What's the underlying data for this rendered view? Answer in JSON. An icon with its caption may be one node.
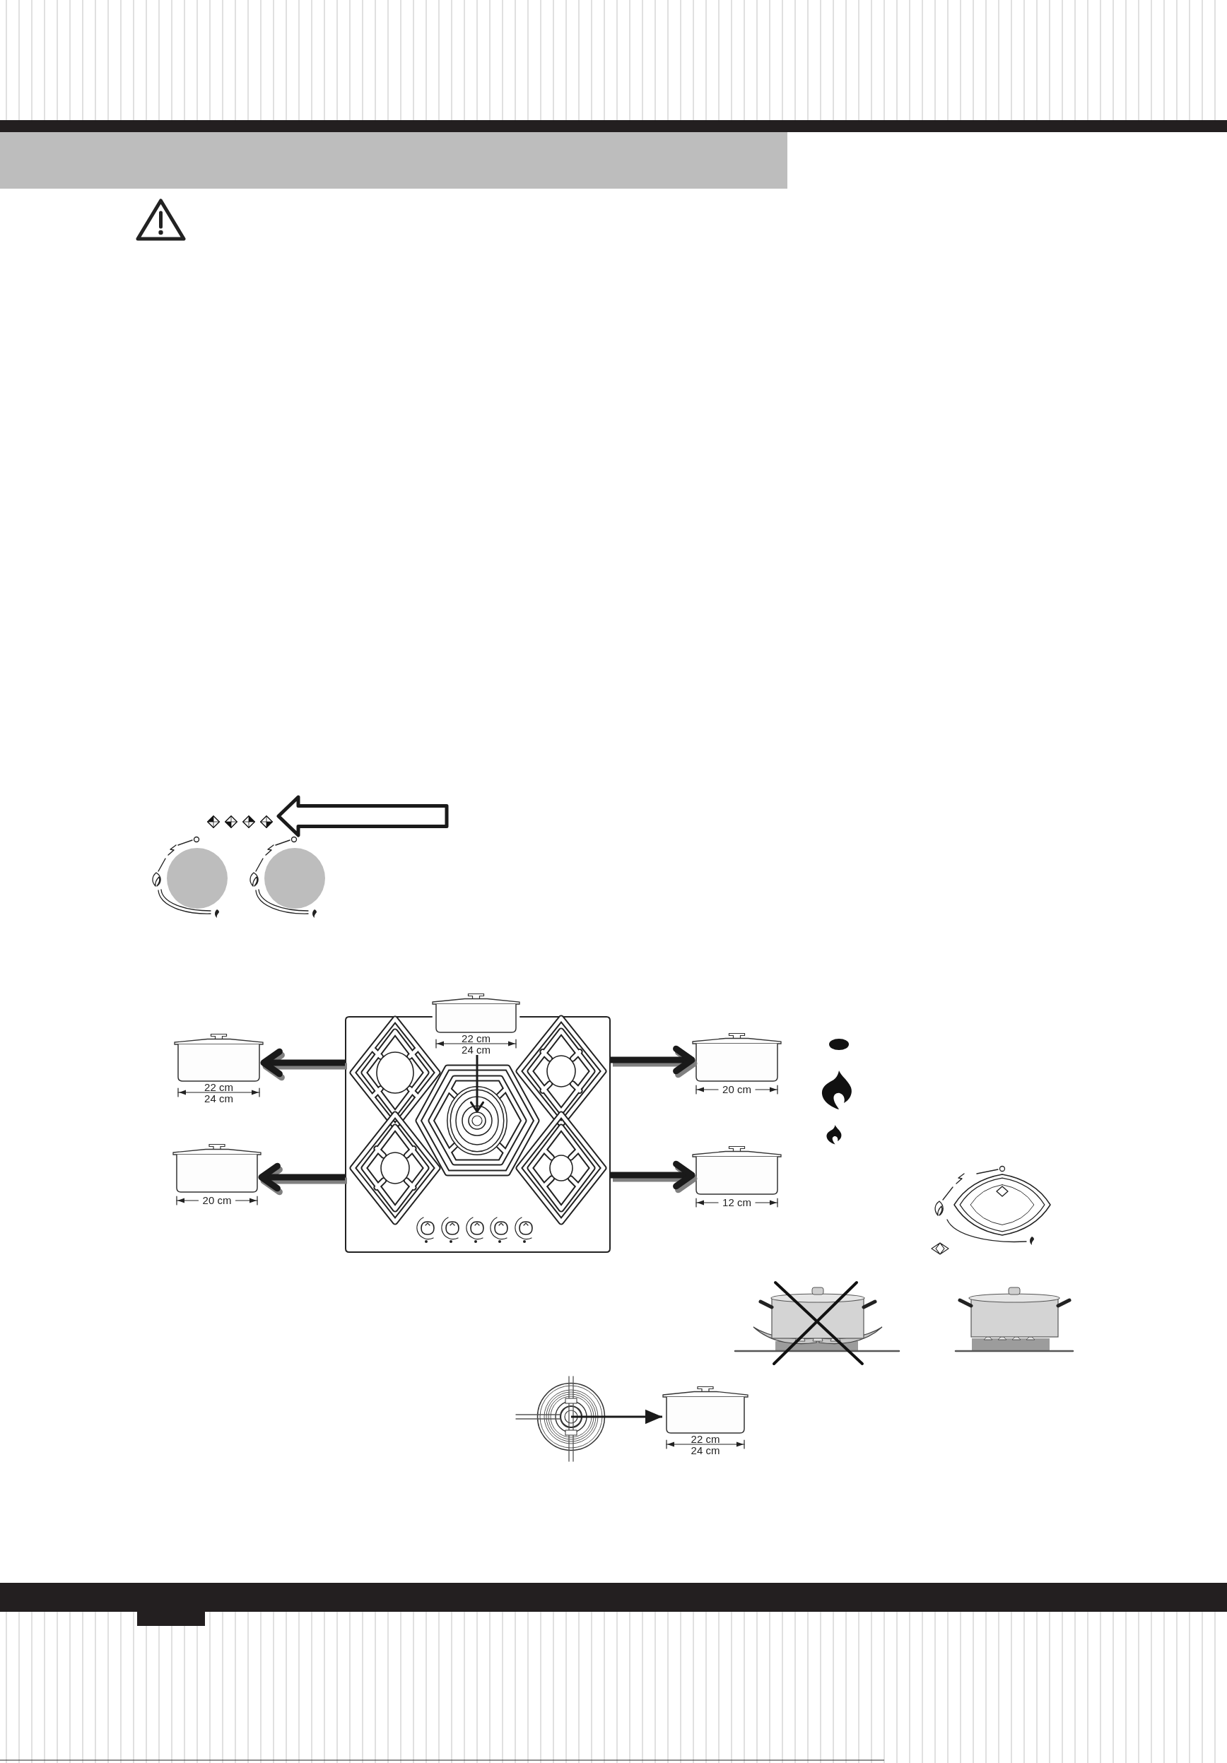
{
  "diagram": {
    "nodes": [
      {
        "text": [],
        "shape": "bar"
      },
      {
        "text": [],
        "shape": "picture"
      },
      {
        "text": [
          "22 cm",
          "24 cm"
        ]
      },
      {
        "text": [],
        "shape": "picture"
      },
      {
        "text": [],
        "shape": "circle",
        "in": 3
      },
      {
        "text": [
          "22 cm",
          "24 cm"
        ]
      },
      {
        "text": [
          "20 cm"
        ]
      },
      {
        "text": [
          "20 cm"
        ]
      },
      {
        "text": [
          "12 cm"
        ]
      },
      {
        "text": [],
        "shape": "picture"
      },
      {
        "text": [
          "22 cm",
          "24 cm"
        ]
      }
    ],
    "edges": [
      {
        "from": null,
        "to": 1,
        "arrow": "to"
      },
      {
        "from": 2,
        "to": 4,
        "arrow": "to"
      },
      {
        "from": 3,
        "to": 5,
        "arrow": "to"
      },
      {
        "from": 3,
        "to": 6,
        "arrow": "to"
      },
      {
        "from": 3,
        "to": 7,
        "arrow": "to"
      },
      {
        "from": 3,
        "to": 8,
        "arrow": "to"
      },
      {
        "from": 9,
        "to": 10,
        "arrow": "to"
      }
    ]
  }
}
